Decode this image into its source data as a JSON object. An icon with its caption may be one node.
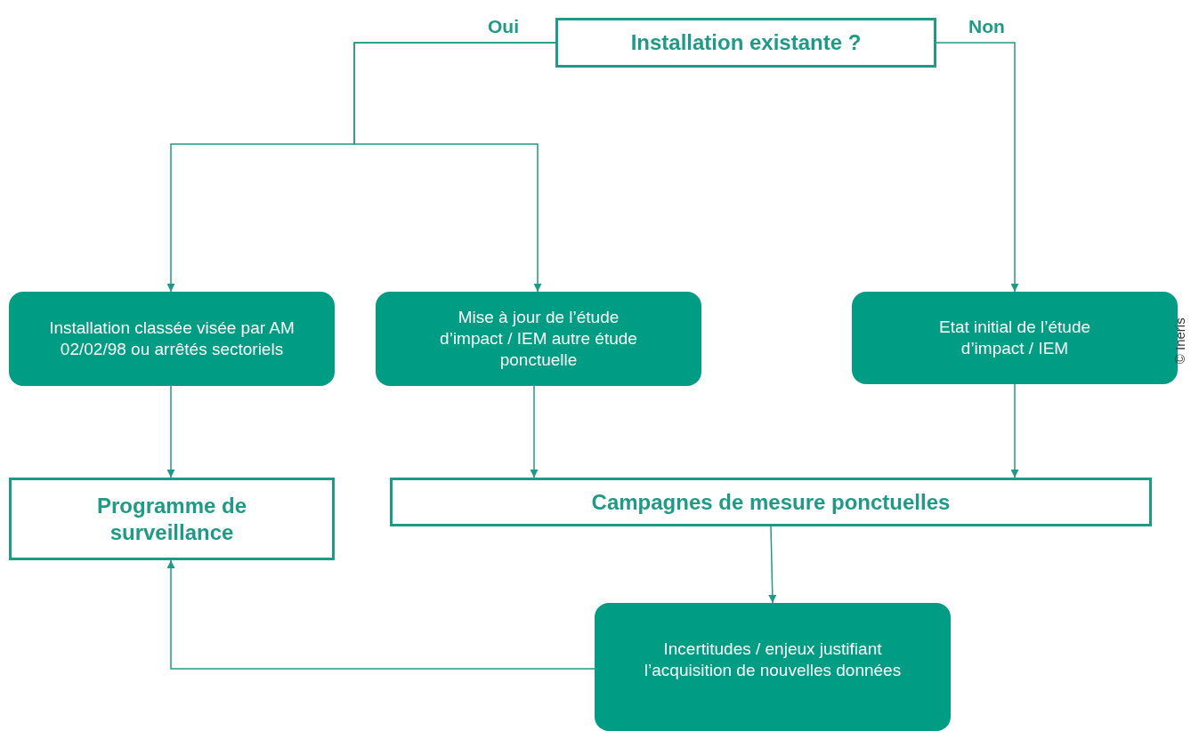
{
  "diagram": {
    "nodes": [
      {
        "text": [
          "Installation existante ?"
        ]
      },
      {
        "text": [
          "Installation classée visée par AM 02/02/98 ou arrêtés sectoriels"
        ]
      },
      {
        "text": [
          "Mise à jour de l’étude d’impact / IEM autre étude ponctuelle"
        ]
      },
      {
        "text": [
          "Etat initial de l’étude d’impact / IEM"
        ]
      },
      {
        "text": [
          "Programme de surveillance"
        ]
      },
      {
        "text": [
          "Campagnes de mesure ponctuelles"
        ]
      },
      {
        "text": [
          "Incertitudes / enjeux justifiant l’acquisition de nouvelles données"
        ]
      }
    ],
    "edges": [
      {
        "from": 0,
        "to": 1,
        "arrow": "to",
        "label": "Oui"
      },
      {
        "from": 0,
        "to": 2,
        "arrow": "to"
      },
      {
        "from": 0,
        "to": 3,
        "arrow": "to",
        "label": "Non"
      },
      {
        "from": 1,
        "to": 4,
        "arrow": "to"
      },
      {
        "from": 2,
        "to": 5,
        "arrow": "to"
      },
      {
        "from": 3,
        "to": 5,
        "arrow": "to"
      },
      {
        "from": 5,
        "to": 6,
        "arrow": "to"
      },
      {
        "from": 6,
        "to": 4,
        "arrow": "to"
      }
    ],
    "labels": [
      "© Ineris"
    ]
  }
}
